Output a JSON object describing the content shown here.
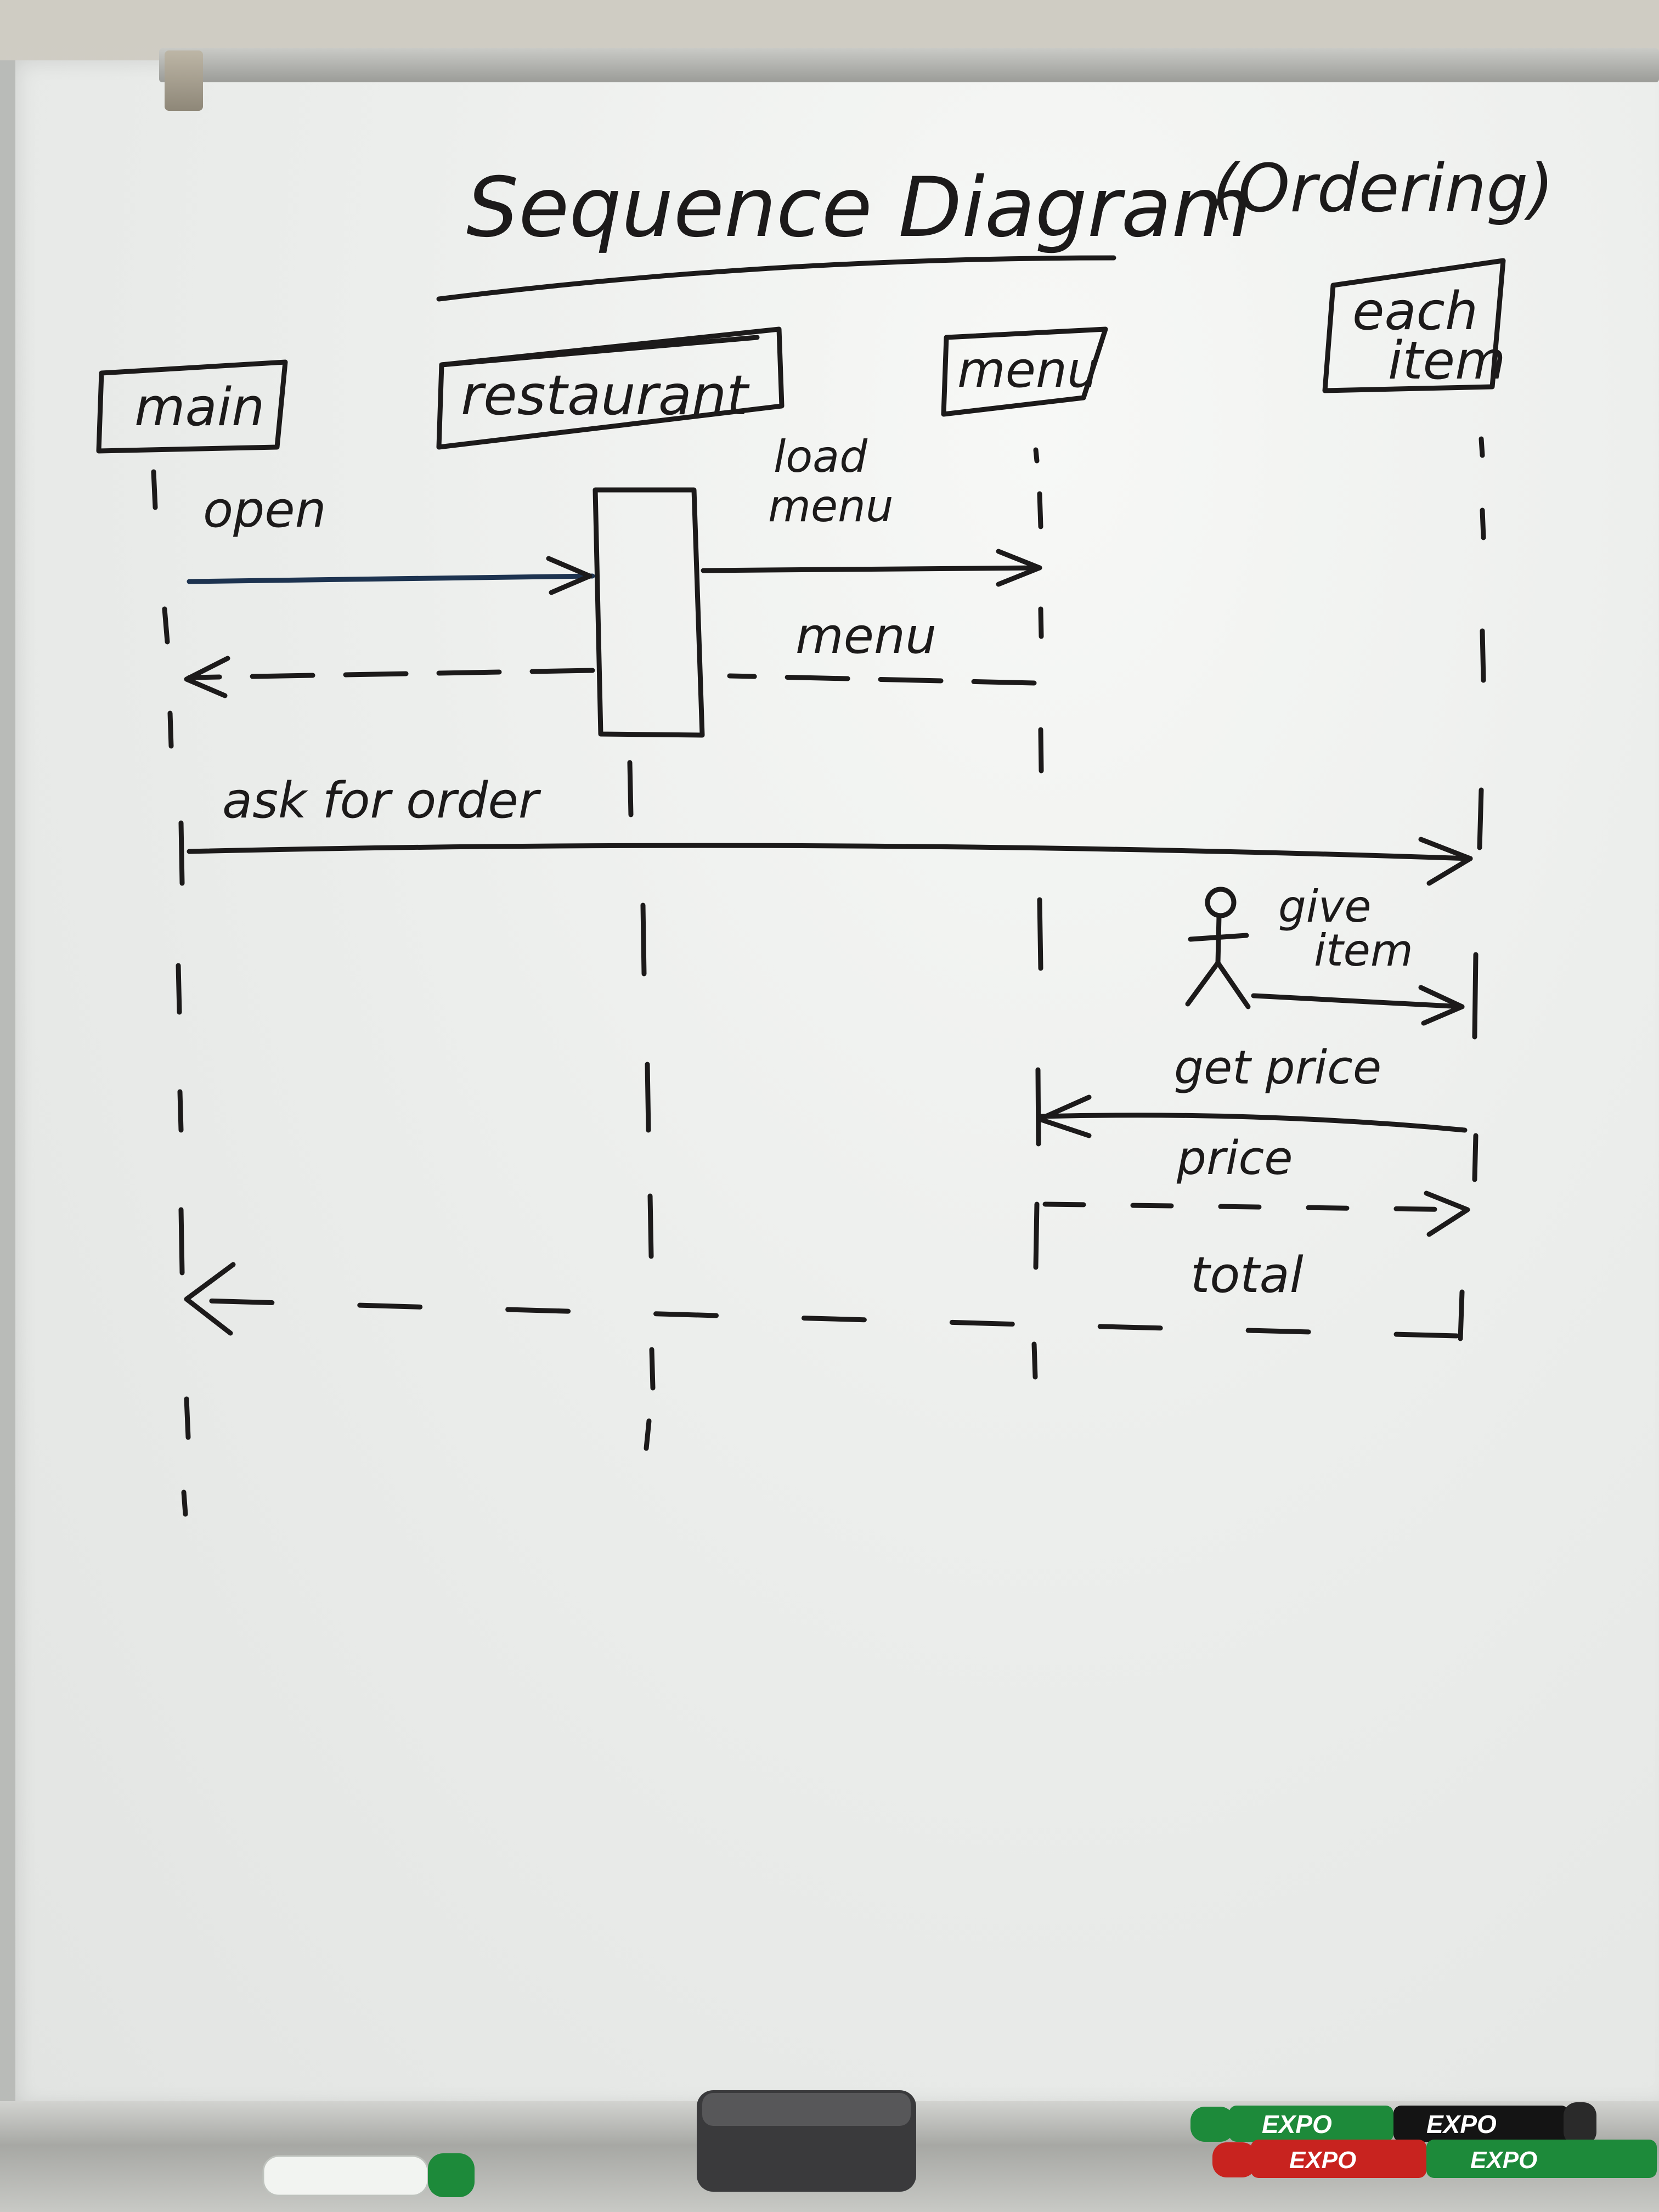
{
  "title": "Sequence Diagram",
  "subtitle": "(Ordering)",
  "lifelines": [
    {
      "id": "main",
      "label": "main"
    },
    {
      "id": "restaurant",
      "label": "restaurant"
    },
    {
      "id": "menu",
      "label": "menu"
    },
    {
      "id": "each-item",
      "label_line1": "each",
      "label_line2": "item"
    }
  ],
  "messages": [
    {
      "id": "open",
      "label": "open",
      "from": "main",
      "to": "restaurant",
      "style": "solid"
    },
    {
      "id": "load-menu",
      "label_line1": "load",
      "label_line2": "menu",
      "from": "restaurant",
      "to": "menu",
      "style": "solid"
    },
    {
      "id": "menu-return",
      "label": "menu",
      "from": "menu",
      "to": "main",
      "style": "dashed"
    },
    {
      "id": "ask-for-order",
      "label": "ask for order",
      "from": "main",
      "to": "each-item",
      "style": "solid"
    },
    {
      "id": "give-item",
      "label_line1": "give",
      "label_line2": "item",
      "from": "actor",
      "to": "each-item",
      "style": "solid"
    },
    {
      "id": "get-price",
      "label": "get price",
      "from": "each-item",
      "to": "menu",
      "style": "solid"
    },
    {
      "id": "price",
      "label": "price",
      "from": "menu",
      "to": "each-item",
      "style": "dashed"
    },
    {
      "id": "total",
      "label": "total",
      "from": "each-item",
      "to": "main",
      "style": "dashed"
    }
  ],
  "markers": [
    {
      "brand": "EXPO",
      "color": "#1d8a3a"
    },
    {
      "brand": "EXPO",
      "color": "#141414"
    },
    {
      "brand": "EXPO",
      "color": "#c8231f"
    },
    {
      "brand": "EXPO",
      "color": "#1d8a3a"
    }
  ],
  "ink_color": "#1c1a1a",
  "accent_ink_color": "#1d3350"
}
